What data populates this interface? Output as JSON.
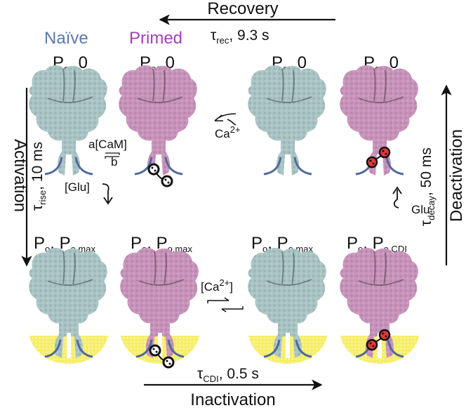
{
  "header": {
    "naive_label": "Naïve",
    "primed_label": "Primed"
  },
  "states": {
    "top_prefix": "P",
    "top_sub": "o",
    "top_value": ", 0",
    "bottom_prefix": "P",
    "bottom_sub": "o",
    "bottom_mid": ", P",
    "max_sub": "o,max",
    "cdi_sub": "o,CDI"
  },
  "transitions": {
    "recovery": {
      "label": "Recovery",
      "tau": "τ",
      "tau_sub": "rec",
      "value": ", 9.3 s"
    },
    "activation": {
      "label": "Activation",
      "tau": "τ",
      "tau_sub": "rise",
      "value": ", 10 ms"
    },
    "deactivation": {
      "label": "Deactivation",
      "tau": "τ",
      "tau_sub": "decay",
      "value": ", 50 ms"
    },
    "inactivation": {
      "label": "Inactivation",
      "tau": "τ",
      "tau_sub": "CDI",
      "value": ", 0.5 s"
    }
  },
  "reagents": {
    "cam_rate": "a[CaM]",
    "b_rate": "b",
    "glu_conc": "[Glu]",
    "glu": "Glu",
    "ca_conc": "[Ca",
    "ca_sup": "2+",
    "ca_close": "]",
    "ca_ion": "Ca"
  },
  "colors": {
    "naive_receptor": "#a9c4c4",
    "primed_receptor": "#c893bb",
    "membrane_line": "#4f6a9a",
    "open_zone": "#f6ee6a",
    "cam_fill": "#e03b3b"
  }
}
